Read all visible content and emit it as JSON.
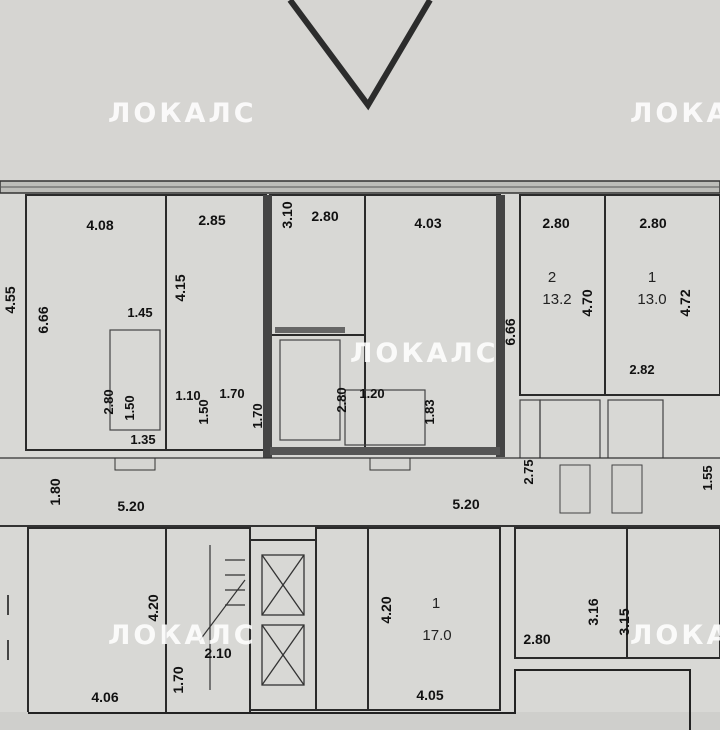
{
  "watermark": {
    "text": "ЛОКАЛС"
  },
  "plan": {
    "top_row_widths": [
      "4.08",
      "2.85",
      "2.80",
      "4.03",
      "2.80",
      "2.80"
    ],
    "top_row_depths": [
      "4.55",
      "6.66",
      "4.15",
      "3.10",
      "6.66",
      "4.70",
      "4.72"
    ],
    "inner_dims": [
      "1.45",
      "2.80",
      "1.50",
      "1.35",
      "1.10",
      "1.50",
      "1.70",
      "1.70",
      "2.80",
      "1.20",
      "1.83",
      "2.82",
      "2.75",
      "1.55"
    ],
    "corridor_dims": [
      "1.80",
      "5.20",
      "5.20"
    ],
    "bottom_dims": [
      "4.20",
      "4.20",
      "2.10",
      "1.70",
      "4.06",
      "4.05",
      "2.80",
      "3.16",
      "3.15"
    ],
    "room_labels": {
      "studio_a": {
        "num": "1",
        "area": "17.0"
      },
      "room_b": {
        "num": "2",
        "area": "13.2"
      },
      "room_c": {
        "num": "1",
        "area": "13.0"
      }
    }
  }
}
